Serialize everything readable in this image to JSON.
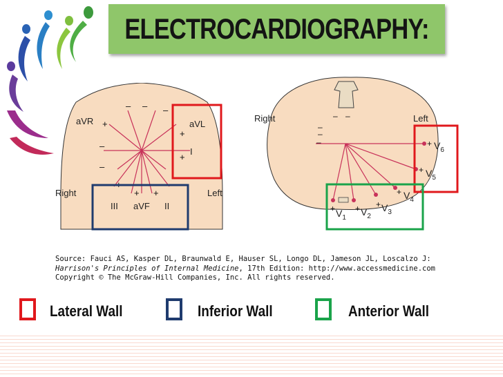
{
  "title": "ELECTROCARDIOGRAPHY:",
  "limb_diagram": {
    "side_labels": {
      "right": "Right",
      "left": "Left"
    },
    "leads": [
      "aVR",
      "aVL",
      "I",
      "III",
      "aVF",
      "II"
    ],
    "highlight_colors": {
      "lateral": "#e0181c",
      "inferior": "#1f3b6e"
    }
  },
  "chest_diagram": {
    "side_labels": {
      "right": "Right",
      "left": "Left"
    },
    "leads": [
      {
        "name": "V",
        "sub": "1"
      },
      {
        "name": "V",
        "sub": "2"
      },
      {
        "name": "V",
        "sub": "3"
      },
      {
        "name": "V",
        "sub": "4"
      },
      {
        "name": "V",
        "sub": "5"
      },
      {
        "name": "V",
        "sub": "6"
      }
    ],
    "highlight_colors": {
      "lateral": "#e0181c",
      "anterior": "#1aa34a"
    }
  },
  "source": {
    "line1": "Source: Fauci AS, Kasper DL, Braunwald E, Hauser SL, Longo DL, Jameson JL, Loscalzo J:",
    "line2_italic": "Harrison's Principles of Internal Medicine",
    "line2_rest": ", 17th Edition: http://www.accessmedicine.com",
    "line3": "Copyright © The McGraw-Hill Companies, Inc. All rights reserved."
  },
  "legend": [
    {
      "label": "Lateral Wall",
      "color": "#e0181c"
    },
    {
      "label": "Inferior Wall",
      "color": "#1f3b6e"
    },
    {
      "label": "Anterior Wall",
      "color": "#1aa34a"
    }
  ],
  "colors": {
    "title_bg": "#8fc66a",
    "body_fill": "#f8dcc0",
    "lead_line": "#c8325a"
  }
}
